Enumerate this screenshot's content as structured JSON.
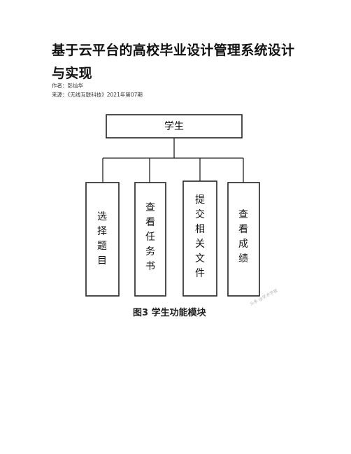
{
  "document": {
    "title": "基于云平台的高校毕业设计管理系统设计与实现",
    "author_line": "作者：彭灿华",
    "source_line": "来源：《无线互联科技》2021年第07期"
  },
  "figure": {
    "root": "学生",
    "children": [
      {
        "label": "选择题目",
        "chars": [
          "选",
          "择",
          "题",
          "目"
        ]
      },
      {
        "label": "查看任务书",
        "chars": [
          "查",
          "看",
          "任",
          "务",
          "书"
        ]
      },
      {
        "label": "提交相关文件",
        "chars": [
          "提",
          "交",
          "相",
          "关",
          "文",
          "件"
        ]
      },
      {
        "label": "查看成绩",
        "chars": [
          "查",
          "看",
          "成",
          "绩"
        ]
      }
    ],
    "caption": "图3  学生功能模块",
    "watermark": "头条 @学术学报"
  }
}
